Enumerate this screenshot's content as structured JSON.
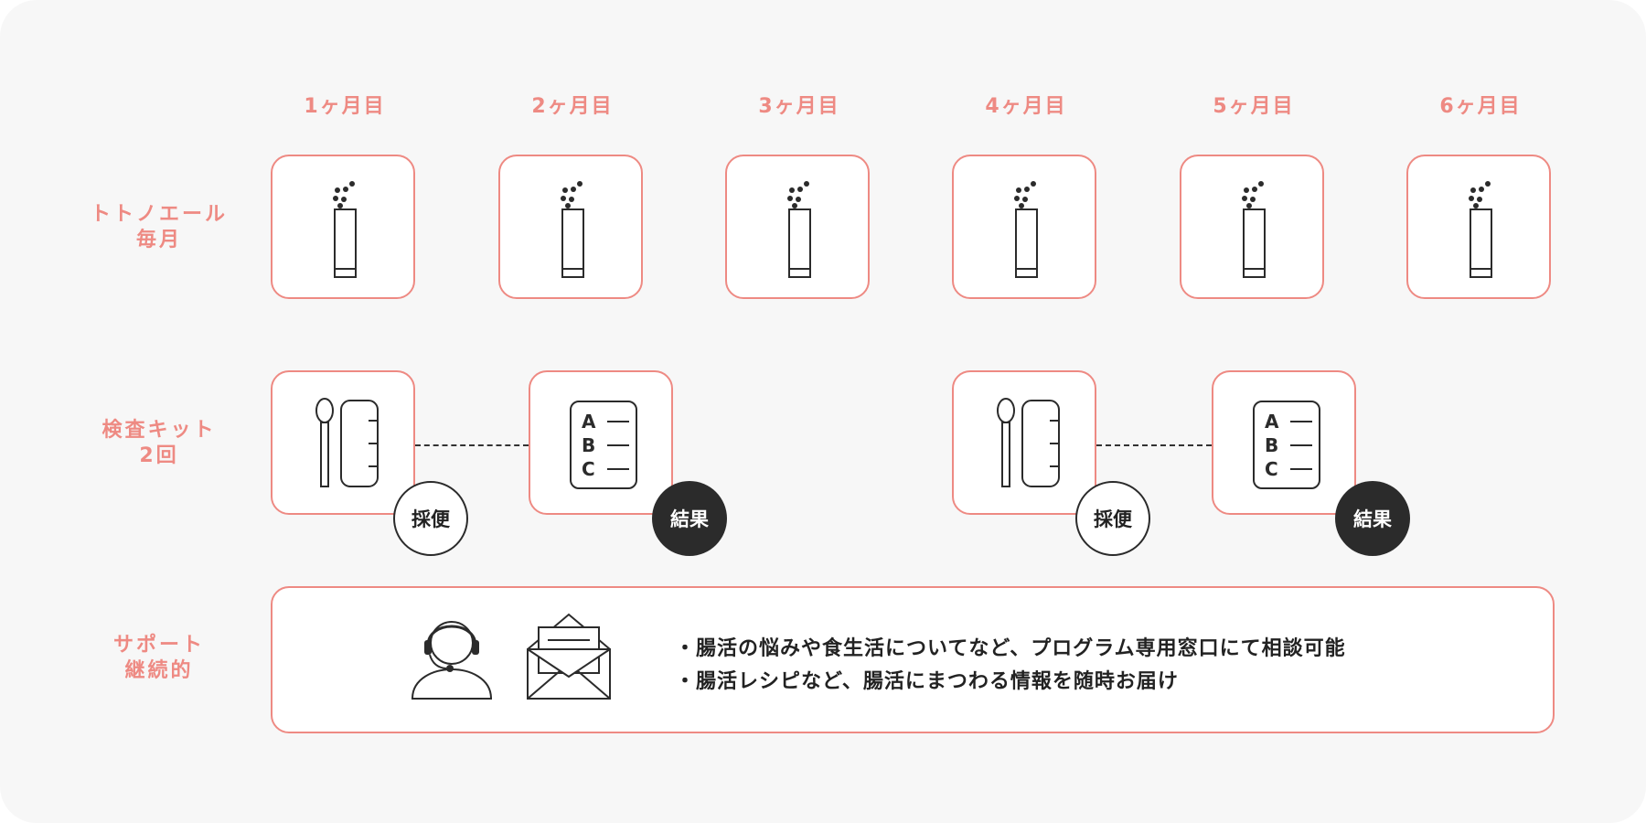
{
  "months": [
    "1ヶ月目",
    "2ヶ月目",
    "3ヶ月目",
    "4ヶ月目",
    "5ヶ月目",
    "6ヶ月目"
  ],
  "rows": {
    "supplement": {
      "line1": "トトノエール",
      "line2": "毎月"
    },
    "test_kit": {
      "line1": "検査キット",
      "line2": "2回"
    },
    "support": {
      "line1": "サポート",
      "line2": "継続的"
    }
  },
  "badges": {
    "sampling": "採便",
    "result": "結果"
  },
  "support": {
    "bullet1": "・腸活の悩みや食生活についてなど、プログラム専用窓口にて相談可能",
    "bullet2": "・腸活レシピなど、腸活にまつわる情報を随時お届け"
  },
  "icons": {
    "supplement": "stick-pack-icon",
    "sampling_kit": "stool-sampling-kit-icon",
    "result_sheet": "abc-result-sheet-icon",
    "operator": "headset-operator-icon",
    "mail": "envelope-letter-icon"
  },
  "colors": {
    "accent": "#ee8a83",
    "dark": "#2b2b2b",
    "background": "#f7f7f7"
  }
}
